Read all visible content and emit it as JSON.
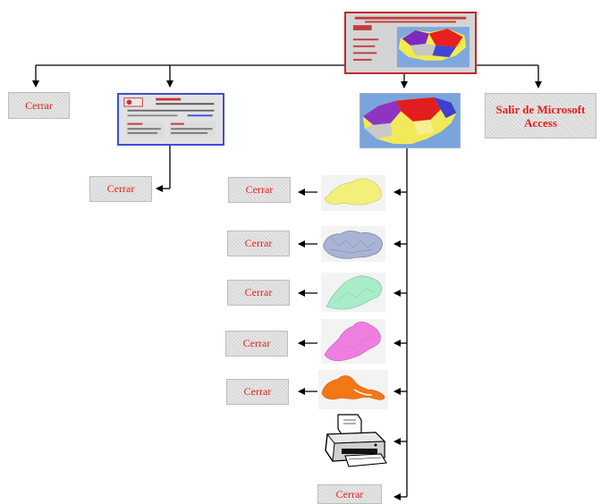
{
  "nodes": {
    "close_label": "Cerrar",
    "exit_label": "Salir de Microsoft Access"
  },
  "colors": {
    "button_text": "#e8201c",
    "button_bg": "#d9d9d9",
    "connector": "#000000",
    "region_yellow": "#f2ef7a",
    "region_blue_gray": "#a9b3d4",
    "region_green": "#a9ecc8",
    "region_pink": "#ee7fe0",
    "region_orange": "#f27716",
    "main_frame": "#c0282a",
    "form_frame": "#3b4fd6"
  },
  "icons": [
    "main-window-thumbnail",
    "form-window-thumbnail",
    "map-thumbnail",
    "yellow-region-map",
    "blue-gray-region-map",
    "green-region-map",
    "pink-region-map",
    "orange-region-map",
    "printer-icon"
  ]
}
